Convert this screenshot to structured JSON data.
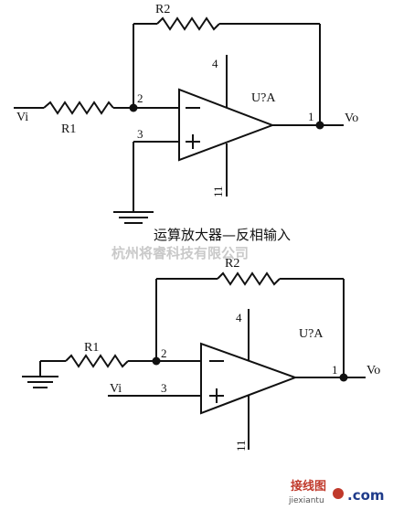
{
  "caption": "运算放大器—反相输入",
  "watermark": "杭州将睿科技有限公司",
  "footer_logo": {
    "chinese": "接线图",
    "pinyin": "jiexiantu",
    "com": ".com"
  },
  "circuit_inverting": {
    "input_label": "Vi",
    "output_label": "Vo",
    "input_resistor": "R1",
    "feedback_resistor": "R2",
    "opamp_label": "U?A",
    "pin_inverting": "2",
    "pin_noninverting": "3",
    "pin_output": "1",
    "pin_vplus": "4",
    "pin_vminus": "11",
    "minus_sign": "−",
    "plus_sign": "+"
  },
  "circuit_noninverting": {
    "input_label": "Vi",
    "output_label": "Vo",
    "input_resistor": "R1",
    "feedback_resistor": "R2",
    "opamp_label": "U?A",
    "pin_inverting": "2",
    "pin_noninverting": "3",
    "pin_output": "1",
    "pin_vplus": "4",
    "pin_vminus": "11",
    "minus_sign": "−",
    "plus_sign": "+"
  }
}
